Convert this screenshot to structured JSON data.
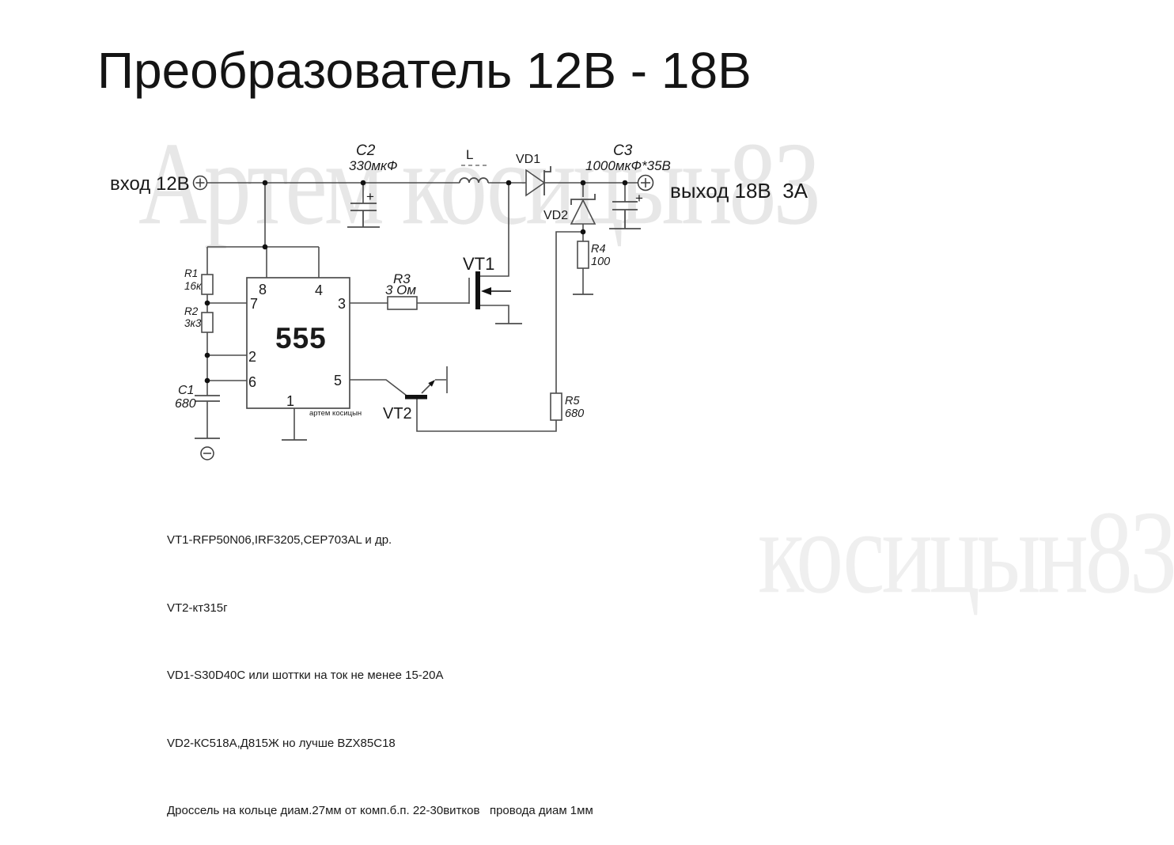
{
  "title": "Преобразователь 12В - 18В",
  "watermark": "Артем косицын83",
  "watermark2": "косицын83",
  "terminals": {
    "input_label": "вход 12В",
    "output_label": "выход 18В  3А"
  },
  "ic": {
    "name": "555",
    "pin1": "1",
    "pin2": "2",
    "pin3": "3",
    "pin4": "4",
    "pin5": "5",
    "pin6": "6",
    "pin7": "7",
    "pin8": "8",
    "watermark": "артем косицын"
  },
  "components": {
    "r1": {
      "ref": "R1",
      "value": "16к"
    },
    "r2": {
      "ref": "R2",
      "value": "3к3"
    },
    "r3": {
      "ref": "R3",
      "value": "3 Ом"
    },
    "r4": {
      "ref": "R4",
      "value": "100"
    },
    "r5": {
      "ref": "R5",
      "value": "680"
    },
    "c1": {
      "ref": "C1",
      "value": "680"
    },
    "c2": {
      "ref": "C2",
      "value": "330мкФ"
    },
    "c3": {
      "ref": "C3",
      "value": "1000мкФ*35В"
    },
    "l": {
      "ref": "L"
    },
    "vd1": {
      "ref": "VD1"
    },
    "vd2": {
      "ref": "VD2"
    },
    "vt1": {
      "ref": "VT1"
    },
    "vt2": {
      "ref": "VT2"
    }
  },
  "marks": {
    "plus": "+"
  },
  "notes": [
    "VT1-RFP50N06,IRF3205,CEP703AL и др.",
    "VT2-кт315г",
    "VD1-S30D40C или шоттки на ток не менее 15-20А",
    "VD2-КС518А,Д815Ж но лучше BZX85C18",
    "Дроссель на кольце диам.27мм от комп.б.п. 22-30витков   провода диам 1мм"
  ]
}
